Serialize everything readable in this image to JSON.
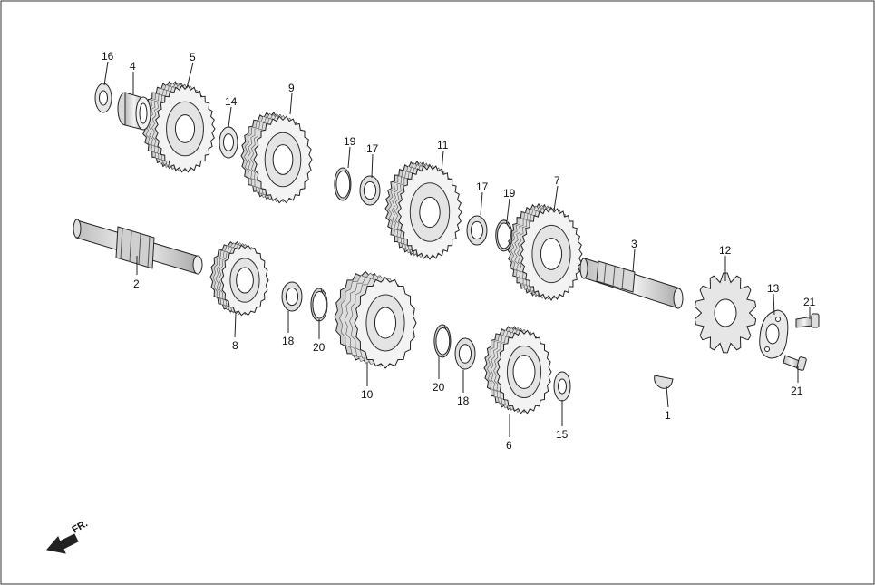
{
  "diagram": {
    "direction_label": "FR.",
    "parts": [
      {
        "id": "p1",
        "label": "1"
      },
      {
        "id": "p2",
        "label": "2"
      },
      {
        "id": "p3",
        "label": "3"
      },
      {
        "id": "p4",
        "label": "4"
      },
      {
        "id": "p5",
        "label": "5"
      },
      {
        "id": "p6",
        "label": "6"
      },
      {
        "id": "p7",
        "label": "7"
      },
      {
        "id": "p8",
        "label": "8"
      },
      {
        "id": "p9",
        "label": "9"
      },
      {
        "id": "p10",
        "label": "10"
      },
      {
        "id": "p11",
        "label": "11"
      },
      {
        "id": "p12",
        "label": "12"
      },
      {
        "id": "p13",
        "label": "13"
      },
      {
        "id": "p14",
        "label": "14"
      },
      {
        "id": "p15",
        "label": "15"
      },
      {
        "id": "p16",
        "label": "16"
      },
      {
        "id": "p17a",
        "label": "17"
      },
      {
        "id": "p17b",
        "label": "17"
      },
      {
        "id": "p18a",
        "label": "18"
      },
      {
        "id": "p18b",
        "label": "18"
      },
      {
        "id": "p19a",
        "label": "19"
      },
      {
        "id": "p19b",
        "label": "19"
      },
      {
        "id": "p20a",
        "label": "20"
      },
      {
        "id": "p20b",
        "label": "20"
      },
      {
        "id": "p21a",
        "label": "21"
      },
      {
        "id": "p21b",
        "label": "21"
      }
    ]
  }
}
